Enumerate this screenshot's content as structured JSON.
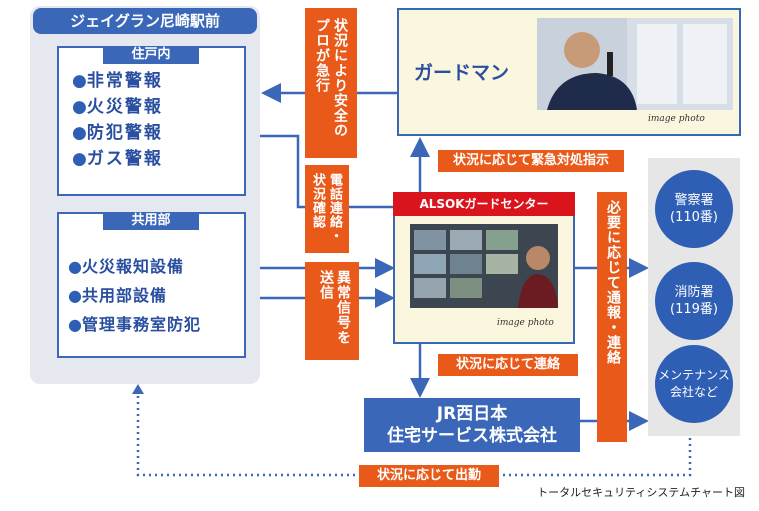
{
  "building": {
    "title": "ジェイグラン尼崎駅前",
    "private": {
      "label": "住戸内",
      "items": [
        "非常警報",
        "火災警報",
        "防犯警報",
        "ガス警報"
      ]
    },
    "common": {
      "label": "共用部",
      "items": [
        "火災報知設備",
        "共用部設備",
        "管理事務室防犯"
      ]
    }
  },
  "bullet": "●",
  "messages": {
    "pro_rush": "状況により安全のプロが急行",
    "phone_check": "電話連絡・状況確認",
    "alarm_send": "異常信号を送信",
    "emergency_instruction": "状況に応じて緊急対処指示",
    "report_contact": "必要に応じて通報・連絡",
    "contact": "状況に応じて連絡",
    "dispatch": "状況に応じて出勤"
  },
  "guardman": {
    "label": "ガードマン",
    "caption": "image photo"
  },
  "center": {
    "title": "ALSOKガードセンター",
    "caption": "image photo"
  },
  "jr": {
    "line1": "JR西日本",
    "line2": "住宅サービス株式会社"
  },
  "external": [
    {
      "line1": "警察署",
      "line2": "(110番)"
    },
    {
      "line1": "消防署",
      "line2": "(119番)"
    },
    {
      "line1": "メンテナンス",
      "line2": "会社など"
    }
  ],
  "footer": "トータルセキュリティシステムチャート図",
  "colors": {
    "blue": "#3a67b8",
    "orange": "#e95a1a",
    "red": "#d9141c",
    "cream": "#fbf7de",
    "grey": "#e6e8ef"
  }
}
